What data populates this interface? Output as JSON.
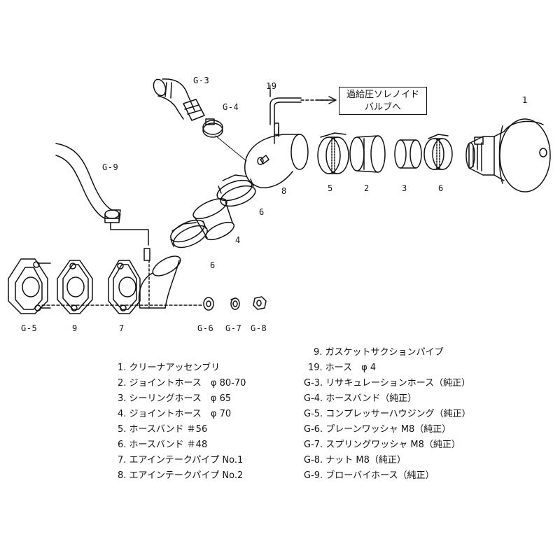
{
  "part_labels": {
    "p1": "1",
    "p2": "2",
    "p3": "3",
    "p4": "4",
    "p5": "5",
    "p6a": "6",
    "p6b": "6",
    "p6c": "6",
    "p7": "7",
    "p8": "8",
    "p9": "9",
    "p19": "19",
    "g3": "G-3",
    "g4": "G-4",
    "g5": "G-5",
    "g6": "G-6",
    "g7": "G-7",
    "g8": "G-8",
    "g9": "G-9"
  },
  "callout": {
    "line1": "過給圧ソレノイド",
    "line2": "バルブへ"
  },
  "legend_left": [
    "1. クリーナアッセンブリ",
    "2. ジョイントホース　φ 80-70",
    "3. シーリングホース　φ 65",
    "4. ジョイントホース　φ 70",
    "5. ホースバンド ＃56",
    "6. ホースバンド ＃48",
    "7. エアインテークパイプ No.1",
    "8. エアインテークパイプ No.2"
  ],
  "legend_right": [
    "9. ガスケットサクションパイプ",
    "19. ホース　φ 4",
    "G-3. リサキュレーションホース（純正）",
    "G-4. ホースバンド（純正）",
    "G-5. コンプレッサーハウジング（純正）",
    "G-6. プレーンワッシャ M8（純正）",
    "G-7. スプリングワッシャ M8（純正）",
    "G-8. ナット M8（純正）",
    "G-9. ブローバイホース（純正）"
  ]
}
